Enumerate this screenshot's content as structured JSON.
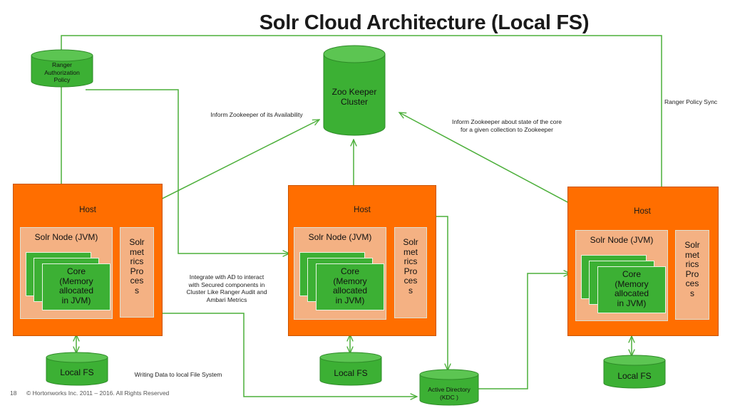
{
  "title": "Solr Cloud Architecture (Local FS)",
  "labels": {
    "ranger_policy": "Ranger\nAuthorization\nPolicy",
    "zookeeper": "Zoo Keeper\nCluster",
    "inform_availability": "Inform Zookeeper of its Availability",
    "inform_state": "Inform Zookeeper about state of the core\nfor a given collection to Zookeeper",
    "ranger_sync": "Ranger Policy Sync",
    "integrate_ad": "Integrate with AD to interact\nwith Secured components in\nCluster Like Ranger Audit and\nAmbari Metrics",
    "writing_data": "Writing Data to local File System",
    "active_directory": "Active Directory\n(KDC )"
  },
  "hosts": [
    {
      "label": "Host",
      "node_label": "Solr Node (JVM)",
      "metrics": "Solr\nmet\nrics\nPro\nces\ns",
      "core": "Core\n(Memory\nallocated\nin JVM)",
      "fs": "Local FS"
    },
    {
      "label": "Host",
      "node_label": "Solr Node (JVM)",
      "metrics": "Solr\nmet\nrics\nPro\nces\ns",
      "core": "Core\n(Memory\nallocated\nin JVM)",
      "fs": "Local FS"
    },
    {
      "label": "Host",
      "node_label": "Solr Node (JVM)",
      "metrics": "Solr\nmet\nrics\nPro\nces\ns",
      "core": "Core\n(Memory\nallocated\nin JVM)",
      "fs": "Local FS"
    }
  ],
  "footer": {
    "page_number": "18",
    "copyright": "© Hortonworks Inc. 2011 – 2016. All Rights Reserved"
  },
  "colors": {
    "host": "#ff6e00",
    "node": "#f4b183",
    "green": "#3cb034",
    "connector": "#4caf3a"
  }
}
